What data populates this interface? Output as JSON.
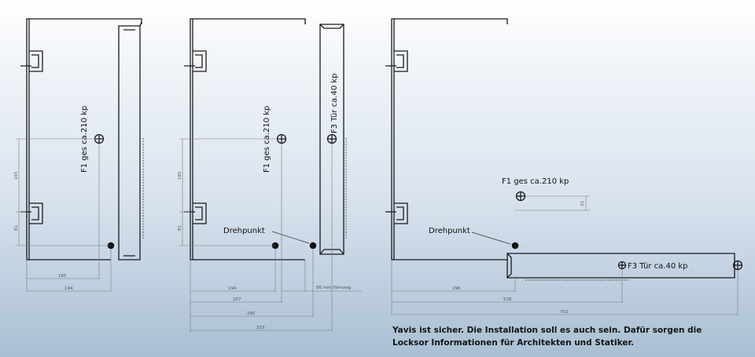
{
  "caption": {
    "line1": "Yavis ist sicher. Die Installation soll es auch sein. Dafür sorgen die",
    "line2": "Locksor Informationen für Architekten und Statiker."
  },
  "diagram1": {
    "force_label": "F1 ges  ca.210 kp",
    "dim_height_upper": "165",
    "dim_height_lower": "81",
    "dim_width_1": "165",
    "dim_width_2": "194"
  },
  "diagram2": {
    "force1_label": "F1 ges  ca.210 kp",
    "force3_label": "F3 Tür  ca.40 kp",
    "pivot_label": "Drehpunkt",
    "dim_height_upper": "165",
    "dim_height_lower": "81",
    "dim_travel": "86 mm Fahrweg",
    "dim_w1": "194",
    "dim_w2": "207",
    "dim_w3": "280",
    "dim_w4": "323"
  },
  "diagram3": {
    "force1_label": "F1 ges  ca.210 kp",
    "force3_label": "F3 Tür  ca.40 kp",
    "pivot_label": "Drehpunkt",
    "dim_offset": "31",
    "dim_w1": "296",
    "dim_w2": "526",
    "dim_w3": "792"
  }
}
